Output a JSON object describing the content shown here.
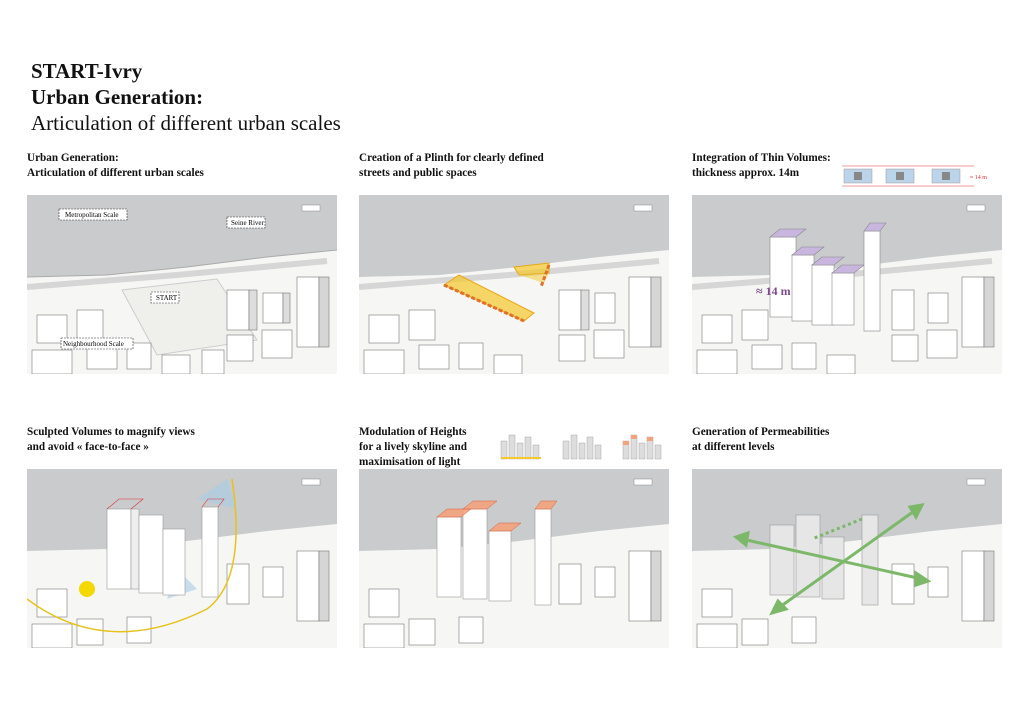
{
  "title": {
    "line1": "START-Ivry",
    "line2": "Urban Generation:",
    "line3": "Articulation of different urban scales"
  },
  "panels": [
    {
      "caption_l1": "Urban Generation:",
      "caption_l2": "Articulation of different urban scales",
      "labels": {
        "metropolitan": "Metropolitan Scale",
        "river": "Seine River",
        "start": "START",
        "neighbourhood": "Neighbourhood Scale"
      }
    },
    {
      "caption_l1": "Creation of a Plinth for clearly defined",
      "caption_l2": "streets and public spaces"
    },
    {
      "caption_l1": "Integration of Thin Volumes:",
      "caption_l2": "thickness approx. 14m",
      "labels": {
        "dimension": "≈ 14 m",
        "dimension_small": "≈ 14 m"
      }
    },
    {
      "caption_l1": "Sculpted Volumes to magnify views",
      "caption_l2": "and avoid « face-to-face »"
    },
    {
      "caption_l1": "Modulation of Heights",
      "caption_l2": "for a lively skyline and",
      "caption_l3": "maximisation of light"
    },
    {
      "caption_l1": "Generation of Permeabilities",
      "caption_l2": "at different levels"
    }
  ],
  "colors": {
    "river": "#c9cbcd",
    "ground": "#f4f4f2",
    "plinth": "#f4c82a",
    "plinth_dash": "#e0702a",
    "thin_volume_roof": "#c9b6de",
    "dimension": "#7a4c8c",
    "sun": "#f4d800",
    "sun_path": "#e6c21a",
    "view_cone": "#a9cde6",
    "height_accent": "#f2a27c",
    "permeability_arrow": "#7db86a"
  }
}
